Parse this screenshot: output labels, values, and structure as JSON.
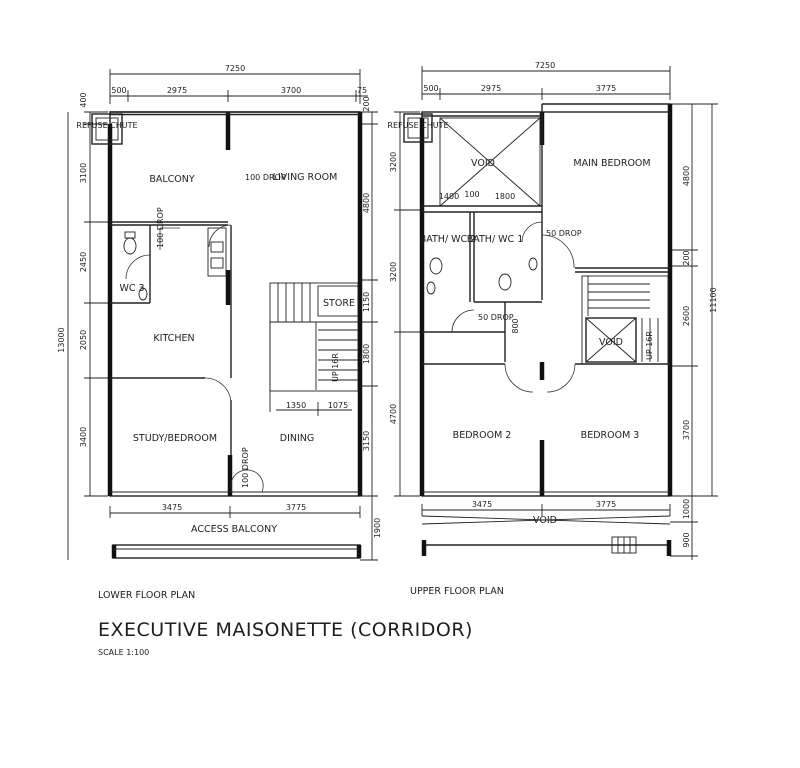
{
  "lower_floor": {
    "dims_top": {
      "total": "7250",
      "a": "500",
      "b": "2975",
      "c": "3700",
      "d": "75"
    },
    "dims_left": {
      "total": "13000",
      "a": "400",
      "b": "3100",
      "c": "2450",
      "d": "2050",
      "e": "3400"
    },
    "dims_right": {
      "a": "200",
      "b": "4800",
      "c": "1150",
      "d": "1800",
      "e": "3150",
      "f": "1900"
    },
    "dims_bottom": {
      "a": "3475",
      "b": "3775"
    },
    "dims_inner": {
      "a": "1350",
      "b": "1075"
    },
    "rooms": {
      "refuse_chute": "REFUSE CHUTE",
      "balcony": "BALCONY",
      "living_room": "LIVING ROOM",
      "wc3": "WC 3",
      "kitchen": "KITCHEN",
      "store": "STORE",
      "study_bedroom": "STUDY/BEDROOM",
      "dining": "DINING",
      "access_balcony": "ACCESS BALCONY"
    },
    "drops": {
      "living": "100 DROP",
      "wc": "100 DROP",
      "entry": "100 DROP"
    },
    "stair_text": "UP 16R",
    "caption": "LOWER FLOOR PLAN"
  },
  "upper_floor": {
    "dims_top": {
      "total": "7250",
      "a": "500",
      "b": "2975",
      "c": "3775"
    },
    "dims_left": {
      "a": "3200",
      "b": "3200",
      "c": "4700"
    },
    "dims_right": {
      "total": "11100",
      "a": "4800",
      "b": "200",
      "c": "2600",
      "d": "3700",
      "e": "1000",
      "f": "900"
    },
    "dims_bottom": {
      "a": "3475",
      "b": "3775"
    },
    "dims_inner": {
      "a": "1400",
      "b": "100",
      "c": "1800",
      "d": "800"
    },
    "rooms": {
      "refuse_chute": "REFUSE CHUTE",
      "void_top": "VOID",
      "main_bedroom": "MAIN BEDROOM",
      "bath_wc2": "BATH/ WC 2",
      "bath_wc1": "BATH/ WC 1",
      "void_stair": "VOID",
      "bedroom2": "BEDROOM 2",
      "bedroom3": "BEDROOM 3",
      "void_bottom": "VOID"
    },
    "drops": {
      "bath1": "50 DROP",
      "bath2": "50 DROP"
    },
    "stair_text": "UP 16R",
    "caption": "UPPER FLOOR PLAN"
  },
  "title": "EXECUTIVE MAISONETTE (CORRIDOR)",
  "scale": "SCALE 1:100"
}
